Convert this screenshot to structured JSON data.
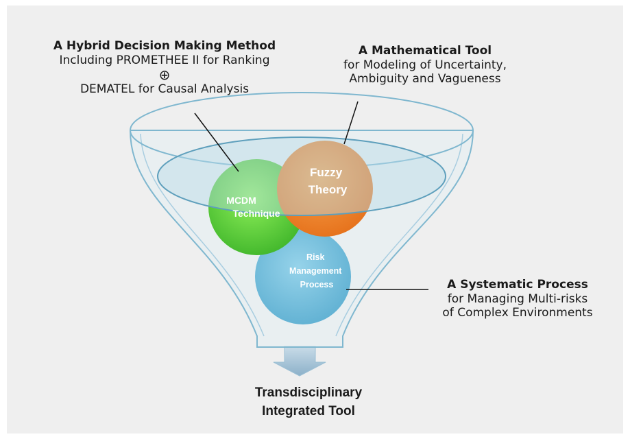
{
  "labels": {
    "mcdm_title": "A Hybrid Decision Making Method",
    "mcdm_line2": "Including PROMETHEE II for Ranking",
    "mcdm_symbol": "⊕",
    "mcdm_line3": "DEMATEL for Causal Analysis",
    "math_title": "A Mathematical Tool",
    "math_line2": "for Modeling of Uncertainty,",
    "math_line3": "Ambiguity and Vagueness",
    "sys_title": "A Systematic Process",
    "sys_line2": "for Managing Multi-risks",
    "sys_line3": "of Complex Environments"
  },
  "circles": {
    "mcdm": {
      "line1": "MCDM",
      "line2": "Technique",
      "color": "#6dd34a"
    },
    "fuzzy": {
      "line1": "Fuzzy",
      "line2": "Theory",
      "color": "#f08a2a"
    },
    "risk": {
      "line1": "Risk",
      "line2": "Management",
      "line3": "Process",
      "color": "#7fc3de"
    }
  },
  "output": {
    "line1": "Transdisciplinary",
    "line2": "Integrated Tool"
  },
  "colors": {
    "funnel_stroke": "#7fb7cf",
    "funnel_fill": "#e4eef2",
    "arrow": "#9bbfd4"
  }
}
